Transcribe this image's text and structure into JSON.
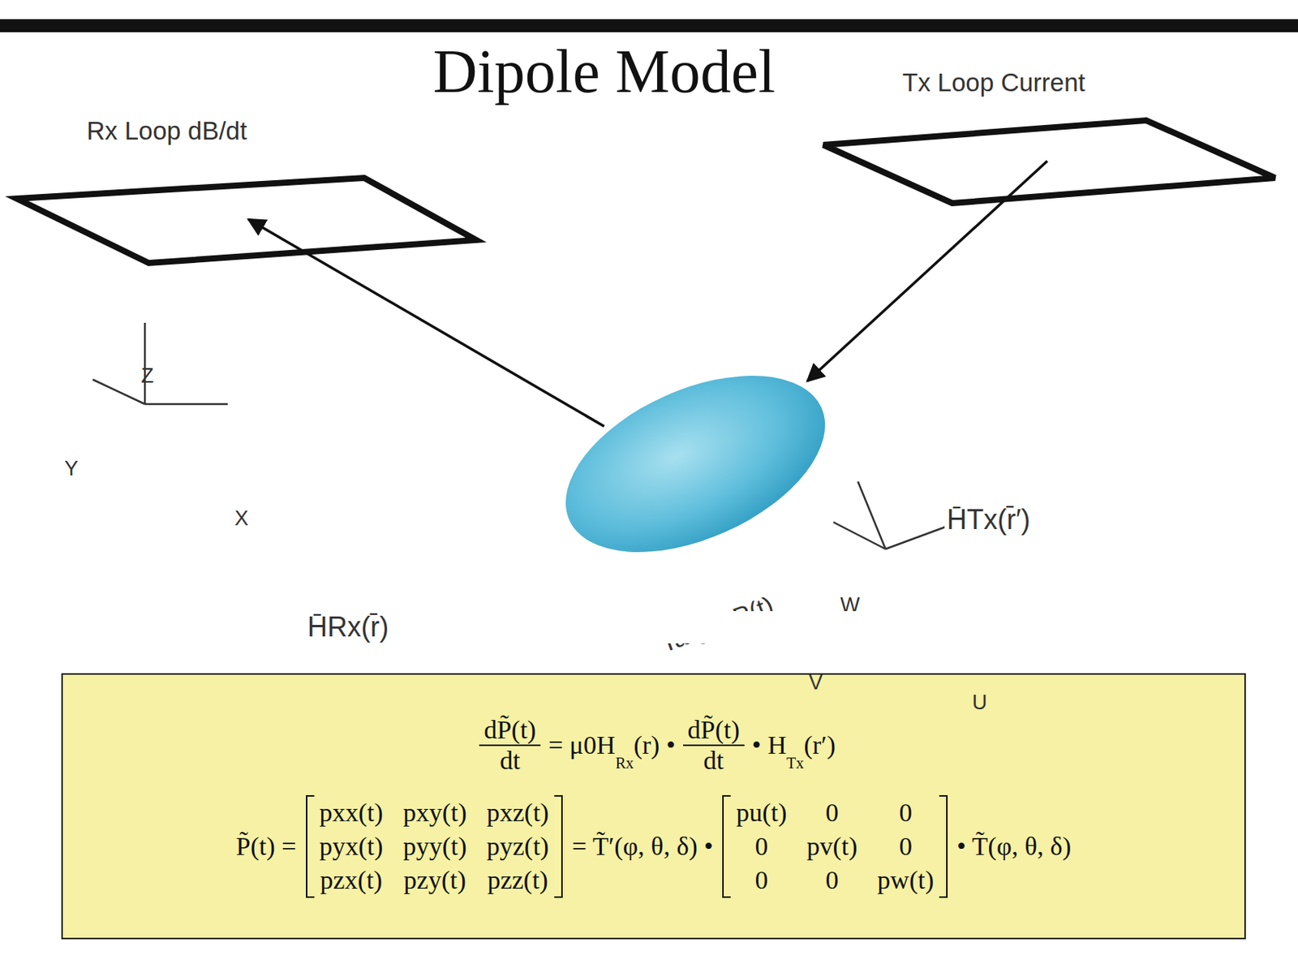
{
  "diagram": {
    "title": "Dipole Model",
    "nodes": [
      {
        "text": [
          "Rx Loop dB/dt"
        ]
      },
      {
        "text": [
          "Tx Loop Current"
        ]
      },
      {
        "text": [
          "Target P(t)"
        ]
      },
      {
        "text": [
          "dP̃(t)",
          "dt",
          "= μ0H",
          "Rx",
          "(r) •",
          "dP̃(t)",
          "dt",
          "• H",
          "Tx",
          "(r′)",
          "P̃(t) =",
          "pxx(t)",
          "pxy(t)",
          "pxz(t)",
          "pyx(t)",
          "pyy(t)",
          "pyz(t)",
          "pzx(t)",
          "pzy(t)",
          "pzz(t)",
          "= T̃′(φ, θ, δ) •",
          "pu(t)",
          "0",
          "0",
          "0",
          "pv(t)",
          "0",
          "0",
          "0",
          "pw(t)",
          "• T̃(φ, θ, δ)"
        ]
      }
    ],
    "edges": [
      {
        "from": 1,
        "to": 2,
        "arrow": "to",
        "label": "H̄Tx(r̄′)"
      },
      {
        "from": 2,
        "to": 0,
        "arrow": "to",
        "label": "H̄Rx(r̄)"
      }
    ],
    "labels": [
      "Z",
      "Y",
      "X",
      "W",
      "V",
      "U"
    ]
  }
}
